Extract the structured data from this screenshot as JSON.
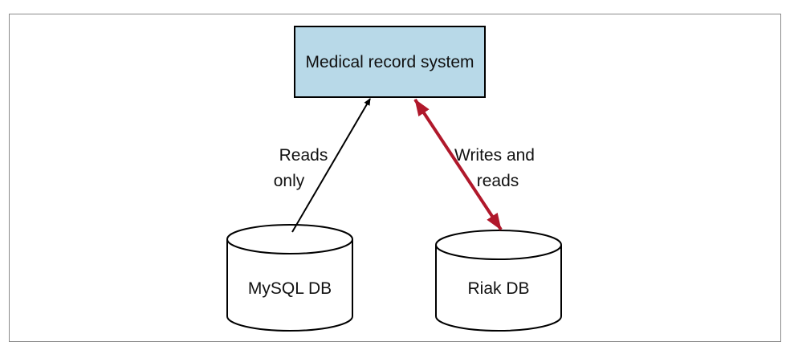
{
  "diagram": {
    "system_box": {
      "label": "Medical record system",
      "fill_color": "#b8d9e8"
    },
    "databases": [
      {
        "label": "MySQL DB"
      },
      {
        "label": "Riak DB"
      }
    ],
    "connections": [
      {
        "from": "MySQL DB",
        "to": "Medical record system",
        "direction": "one-way",
        "color": "#000000",
        "label_lines": [
          "Reads",
          "only"
        ]
      },
      {
        "from": "Riak DB",
        "to": "Medical record system",
        "direction": "two-way",
        "color": "#b0182b",
        "label_lines": [
          "Writes and",
          "reads"
        ]
      }
    ]
  }
}
